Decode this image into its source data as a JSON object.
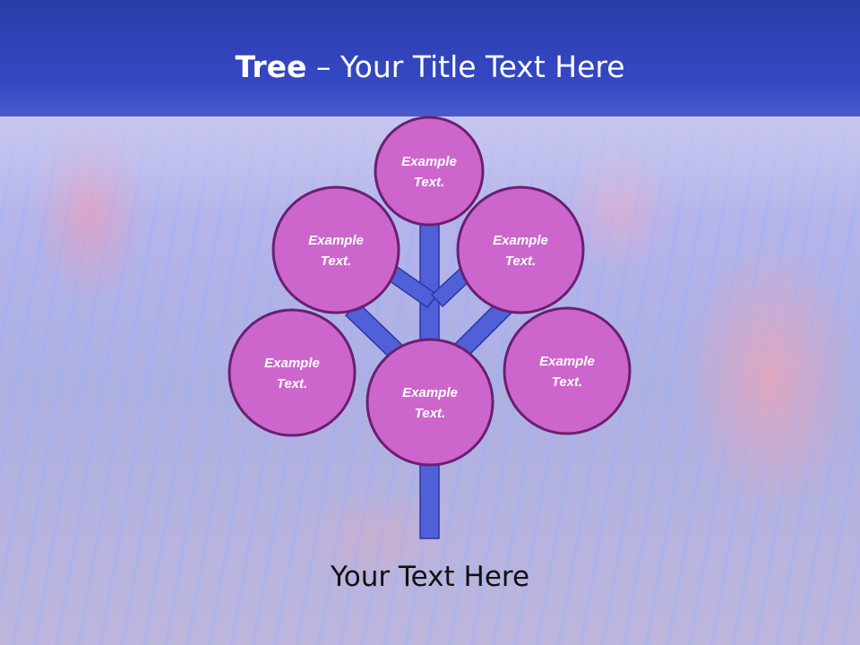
{
  "header": {
    "title_bold": "Tree",
    "title_rest": "– Your Title Text Here"
  },
  "tree": {
    "nodes": [
      {
        "id": "top",
        "line1": "Example",
        "line2": "Text."
      },
      {
        "id": "upper-left",
        "line1": "Example",
        "line2": "Text."
      },
      {
        "id": "upper-right",
        "line1": "Example",
        "line2": "Text."
      },
      {
        "id": "lower-left",
        "line1": "Example",
        "line2": "Text."
      },
      {
        "id": "center",
        "line1": "Example",
        "line2": "Text."
      },
      {
        "id": "lower-right",
        "line1": "Example",
        "line2": "Text."
      }
    ]
  },
  "footer": {
    "caption": "Your Text Here"
  },
  "colors": {
    "header": "#3548c4",
    "node_fill": "#cc66cc",
    "node_stroke": "#6a1f70",
    "trunk": "#5060d8",
    "trunk_stroke": "#2a36a0"
  }
}
